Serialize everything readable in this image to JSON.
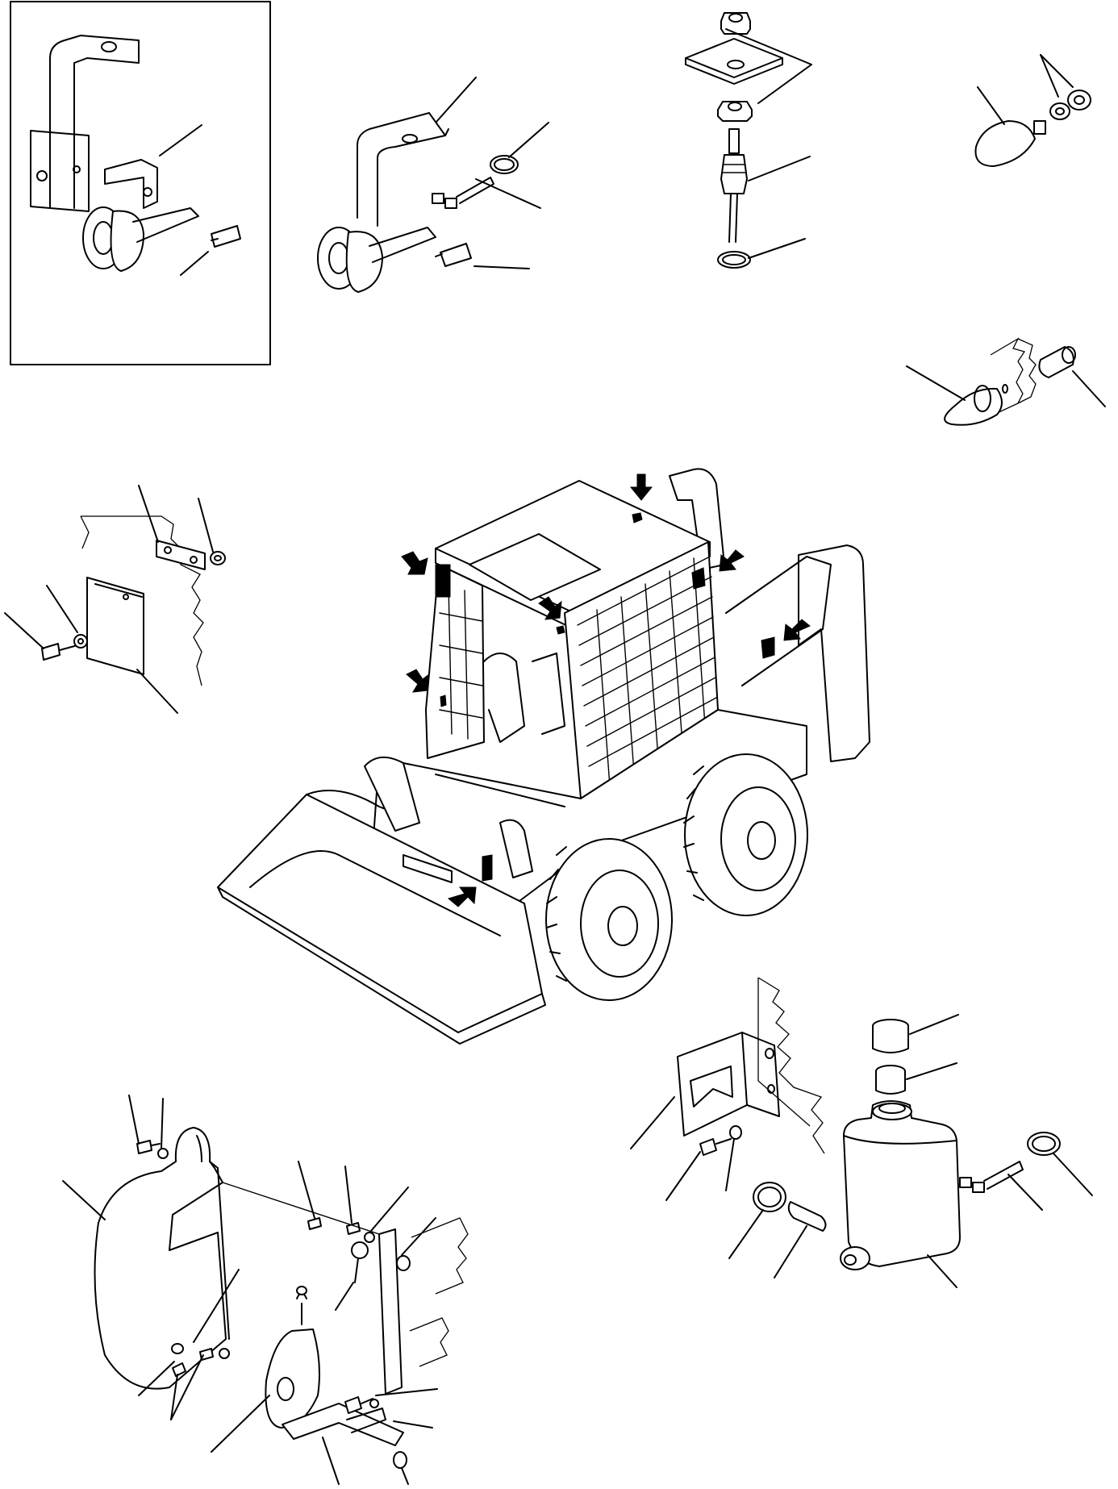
{
  "diagram": {
    "views": [
      {
        "id": "inset-horn-alt",
        "icon": "horn-icon",
        "framed": true
      },
      {
        "id": "horn-assembly",
        "icon": "horn-icon"
      },
      {
        "id": "sensor-switch",
        "icon": "sensor-icon"
      },
      {
        "id": "cap-with-nuts",
        "icon": "cap-icon"
      },
      {
        "id": "grommet-plug",
        "icon": "plug-icon"
      },
      {
        "id": "plate-bracket",
        "icon": "plate-icon"
      },
      {
        "id": "skid-steer-loader",
        "icon": "loader-icon"
      },
      {
        "id": "guard-beacon",
        "icon": "beacon-icon"
      },
      {
        "id": "washer-tank",
        "icon": "tank-icon"
      }
    ],
    "callout_arrow_count": 7,
    "colors": {
      "line": "#000000",
      "background": "#ffffff"
    }
  }
}
